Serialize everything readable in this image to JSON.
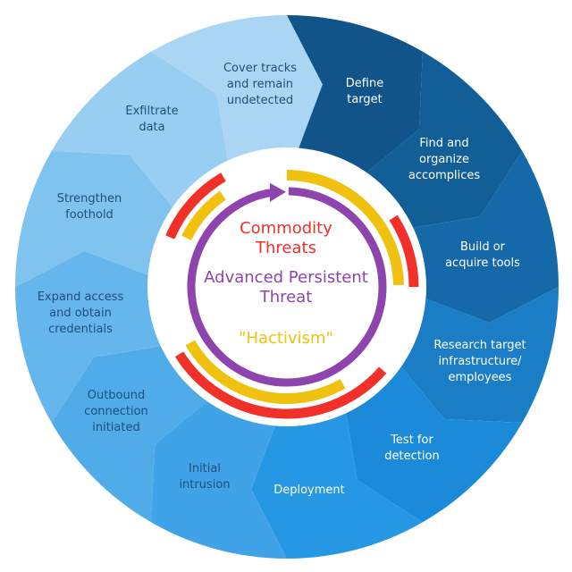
{
  "stages": [
    {
      "label": [
        "Define",
        "target"
      ],
      "color": "#10548a",
      "text_color": "#ffffff"
    },
    {
      "label": [
        "Find and",
        "organize",
        "accomplices"
      ],
      "color": "#125f98",
      "text_color": "#ffffff"
    },
    {
      "label": [
        "Build or",
        "acquire tools"
      ],
      "color": "#1569a9",
      "text_color": "#ffffff"
    },
    {
      "label": [
        "Research target",
        "infrastructure/",
        "employees"
      ],
      "color": "#1a7dc5",
      "text_color": "#ffffff"
    },
    {
      "label": [
        "Test for",
        "detection"
      ],
      "color": "#1b8bd9",
      "text_color": "#ffffff"
    },
    {
      "label": [
        "Deployment"
      ],
      "color": "#2697e2",
      "text_color": "#ffffff"
    },
    {
      "label": [
        "Initial",
        "intrusion"
      ],
      "color": "#40a3e7",
      "text_color": "#1f4f7a"
    },
    {
      "label": [
        "Outbound",
        "connection",
        "initiated"
      ],
      "color": "#50abe9",
      "text_color": "#1f4f7a"
    },
    {
      "label": [
        "Expand access",
        "and obtain",
        "credentials"
      ],
      "color": "#65b6ec",
      "text_color": "#1f4f7a"
    },
    {
      "label": [
        "Strengthen",
        "foothold"
      ],
      "color": "#80c3ef",
      "text_color": "#1f4f7a"
    },
    {
      "label": [
        "Exfiltrate",
        "data"
      ],
      "color": "#98cef2",
      "text_color": "#1f4f7a"
    },
    {
      "label": [
        "Cover tracks",
        "and remain",
        "undetected"
      ],
      "color": "#aad6f4",
      "text_color": "#1f4f7a"
    }
  ],
  "center": {
    "commodity": [
      "Commodity",
      "Threats"
    ],
    "apt": [
      "Advanced Persistent",
      "Threat"
    ],
    "hactivism": "\"Hactivism\""
  },
  "colors": {
    "commodity": "#f2302a",
    "apt": "#8e44ad",
    "hactivism": "#f0c10e"
  }
}
